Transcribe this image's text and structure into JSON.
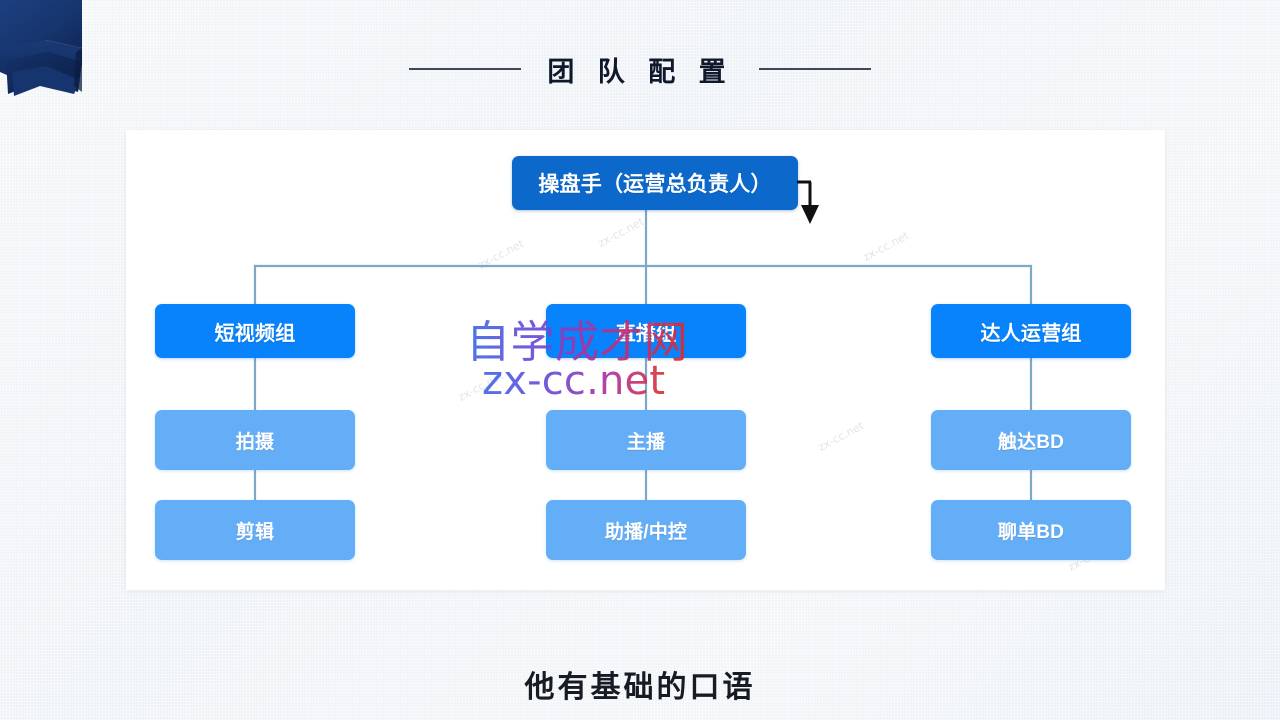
{
  "header": {
    "title": "团  队  配  置"
  },
  "decor": {
    "ribbon_color": "#16356e",
    "ribbon_shadow_color": "#0e2450",
    "rule_color": "#20283c"
  },
  "colors": {
    "background": "#eef2f6",
    "card": "#ffffff",
    "level1_box": "#0c69cb",
    "level2_box": "#0883fb",
    "level3_box": "#64aef8",
    "connector": "#7ea8c8",
    "title_text": "#10182b",
    "node_text": "#ffffff"
  },
  "chart_data": {
    "type": "tree",
    "title": "团  队  配  置",
    "root": {
      "label": "操盘手（运营总负责人）",
      "level": 1
    },
    "branches": [
      {
        "label": "短视频组",
        "level": 2,
        "children": [
          {
            "label": "拍摄",
            "level": 3
          },
          {
            "label": "剪辑",
            "level": 3
          }
        ]
      },
      {
        "label": "直播组",
        "level": 2,
        "children": [
          {
            "label": "主播",
            "level": 3
          },
          {
            "label": "助播/中控",
            "level": 3
          }
        ]
      },
      {
        "label": "达人运营组",
        "level": 2,
        "children": [
          {
            "label": "触达BD",
            "level": 3
          },
          {
            "label": "聊单BD",
            "level": 3
          }
        ]
      }
    ]
  },
  "nodes": {
    "root": "操盘手（运营总负责人）",
    "group_left": "短视频组",
    "group_mid": "直播组",
    "group_right": "达人运营组",
    "left_child_1": "拍摄",
    "left_child_2": "剪辑",
    "mid_child_1": "主播",
    "mid_child_2": "助播/中控",
    "right_child_1": "触达BD",
    "right_child_2": "聊单BD"
  },
  "watermark": {
    "brand": "自学成才网",
    "url": "zx-cc.net",
    "tiny": "zx-cc.net"
  },
  "subtitle": {
    "text": "他有基础的口语"
  }
}
